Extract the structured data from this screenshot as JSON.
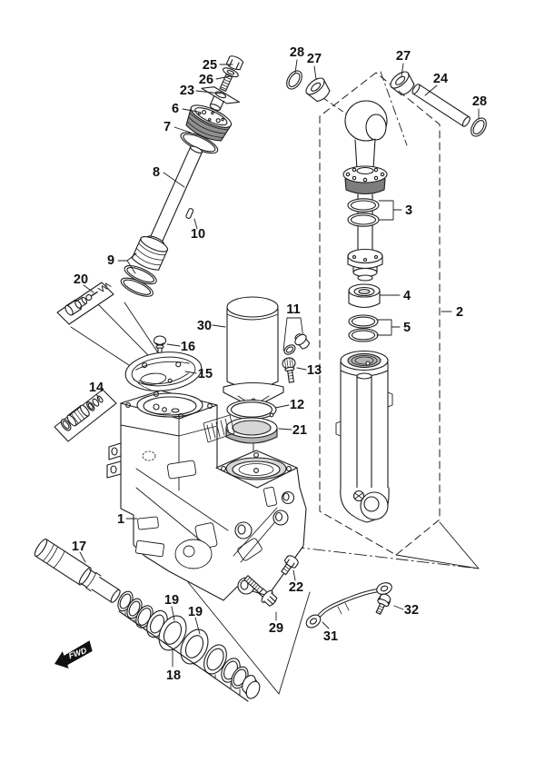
{
  "diagram": {
    "type": "exploded-parts-diagram",
    "subject": "trim-tilt-cylinder-assembly",
    "colors": {
      "line": "#1c1c1c",
      "shade_dark": "#7d7d7d",
      "shade_mid": "#b4b4b4",
      "shade_light": "#d6d6d6",
      "background": "#ffffff"
    },
    "fwd": {
      "label": "FWD"
    },
    "callouts": [
      {
        "text": "25"
      },
      {
        "text": "26"
      },
      {
        "text": "23"
      },
      {
        "text": "6"
      },
      {
        "text": "7"
      },
      {
        "text": "8"
      },
      {
        "text": "10"
      },
      {
        "text": "9"
      },
      {
        "text": "28"
      },
      {
        "text": "27"
      },
      {
        "text": "27"
      },
      {
        "text": "24"
      },
      {
        "text": "28"
      },
      {
        "text": "2"
      },
      {
        "text": "3"
      },
      {
        "text": "4"
      },
      {
        "text": "5"
      },
      {
        "text": "30"
      },
      {
        "text": "11"
      },
      {
        "text": "13"
      },
      {
        "text": "12"
      },
      {
        "text": "21"
      },
      {
        "text": "16"
      },
      {
        "text": "15"
      },
      {
        "text": "20"
      },
      {
        "text": "14"
      },
      {
        "text": "1"
      },
      {
        "text": "17"
      },
      {
        "text": "19"
      },
      {
        "text": "19"
      },
      {
        "text": "18"
      },
      {
        "text": "22"
      },
      {
        "text": "29"
      },
      {
        "text": "31"
      },
      {
        "text": "32"
      }
    ]
  }
}
